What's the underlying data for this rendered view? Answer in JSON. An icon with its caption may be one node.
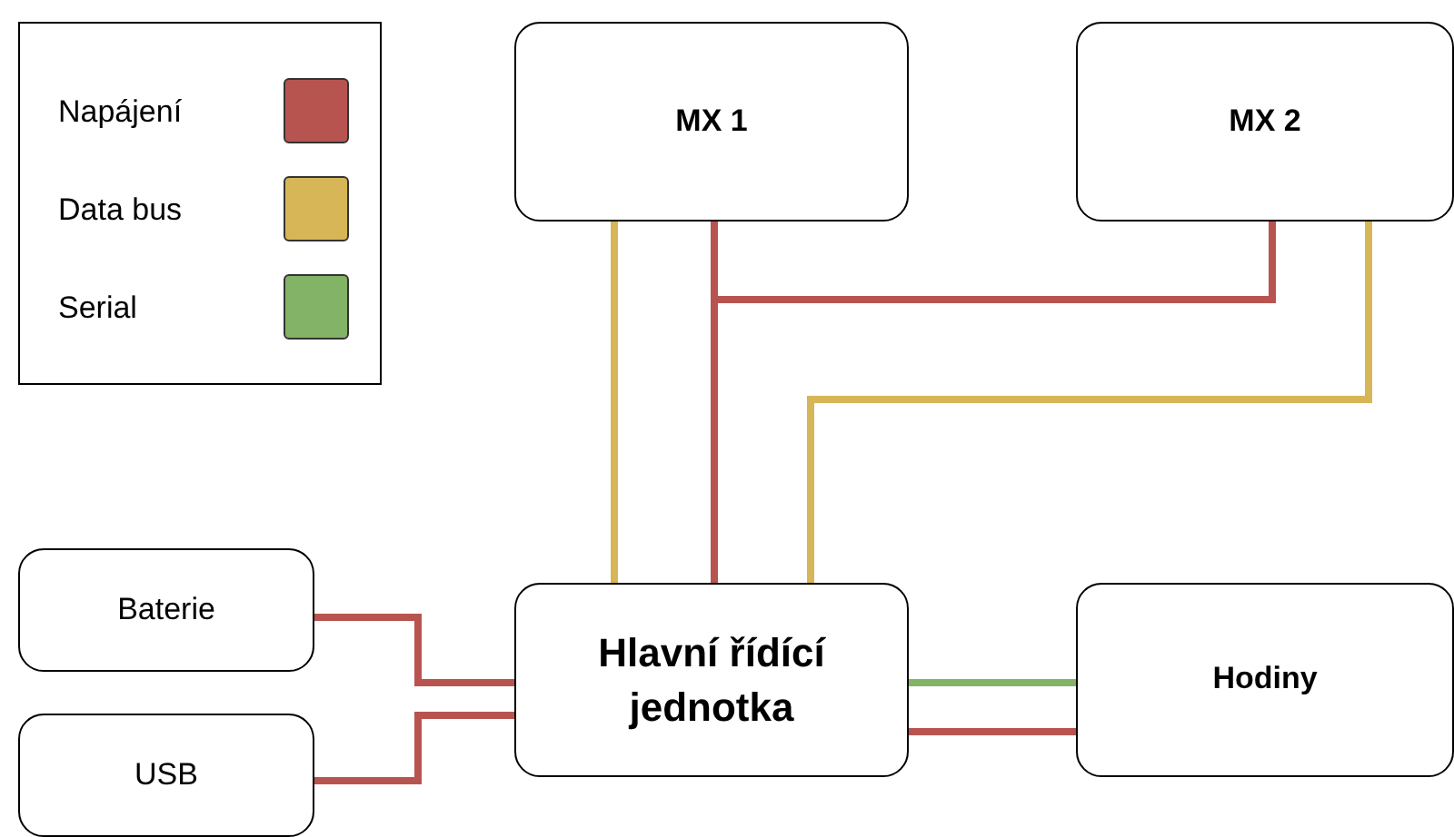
{
  "diagram": {
    "nodes": [
      {
        "text": [
          "MX 1"
        ]
      },
      {
        "text": [
          "MX 2"
        ]
      },
      {
        "text": [
          "Baterie"
        ]
      },
      {
        "text": [
          "USB"
        ]
      },
      {
        "text": [
          "Hlavní řídící jednotka"
        ]
      },
      {
        "text": [
          "Hodiny"
        ]
      }
    ],
    "edges": [
      {
        "from": 0,
        "to": 4,
        "arrow": "none",
        "color": "#d6b656"
      },
      {
        "from": 0,
        "to": 4,
        "arrow": "none",
        "color": "#b85450"
      },
      {
        "from": 1,
        "to": 4,
        "arrow": "none",
        "color": "#b85450"
      },
      {
        "from": 1,
        "to": 4,
        "arrow": "none",
        "color": "#d6b656"
      },
      {
        "from": 2,
        "to": 4,
        "arrow": "none",
        "color": "#b85450"
      },
      {
        "from": 3,
        "to": 4,
        "arrow": "none",
        "color": "#b85450"
      },
      {
        "from": 4,
        "to": 5,
        "arrow": "none",
        "color": "#82b366"
      },
      {
        "from": 4,
        "to": 5,
        "arrow": "none",
        "color": "#b85450"
      }
    ],
    "legend": [
      {
        "text": "Napájení",
        "color": "#b85450"
      },
      {
        "text": "Data bus",
        "color": "#d6b656"
      },
      {
        "text": "Serial",
        "color": "#82b366"
      }
    ]
  }
}
